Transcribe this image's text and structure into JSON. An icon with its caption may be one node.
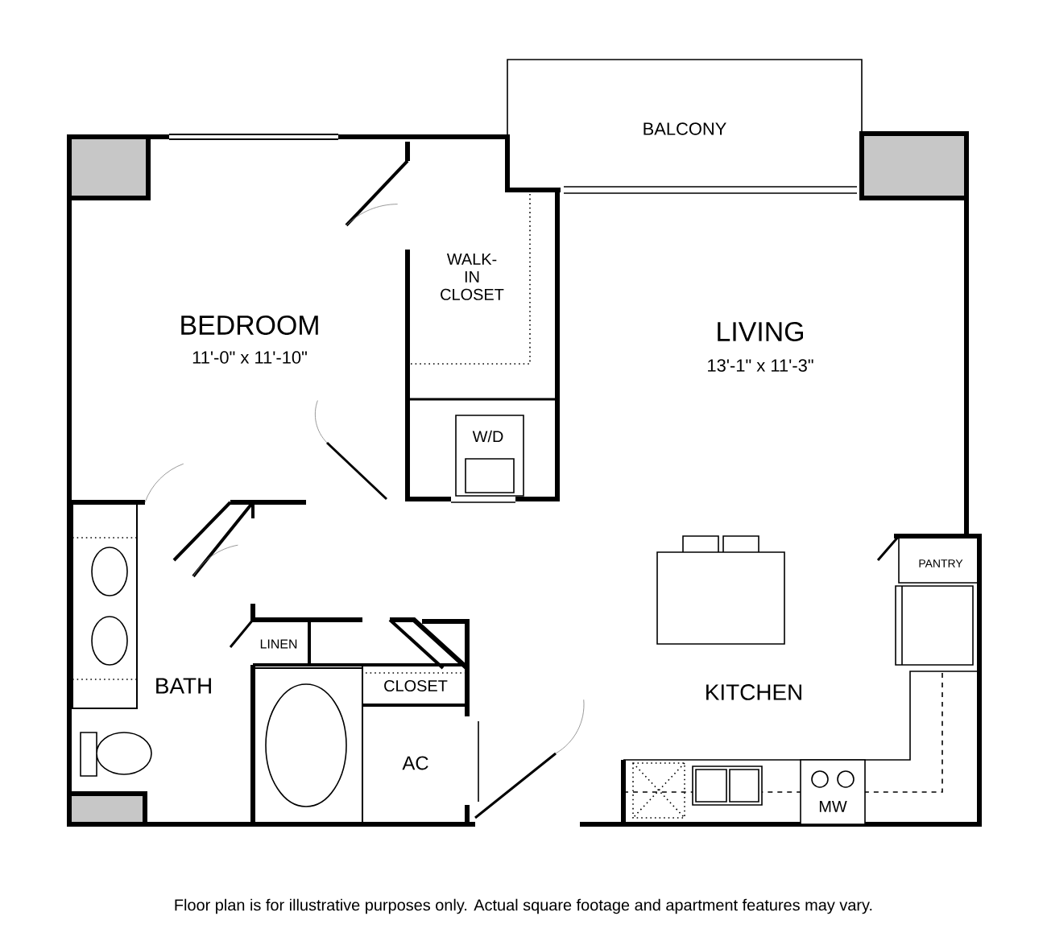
{
  "diagram": {
    "caption": "Floor plan is for illustrative purposes only.  Actual square footage and apartment features may vary.",
    "labels": [
      "BALCONY",
      "BEDROOM",
      "11'-0\" x 11'-10\"",
      "WALK-IN CLOSET",
      "LIVING",
      "13'-1\" x 11'-3\"",
      "W/D",
      "PANTRY",
      "LINEN",
      "BATH",
      "CLOSET",
      "KITCHEN",
      "AC",
      "MW"
    ]
  }
}
